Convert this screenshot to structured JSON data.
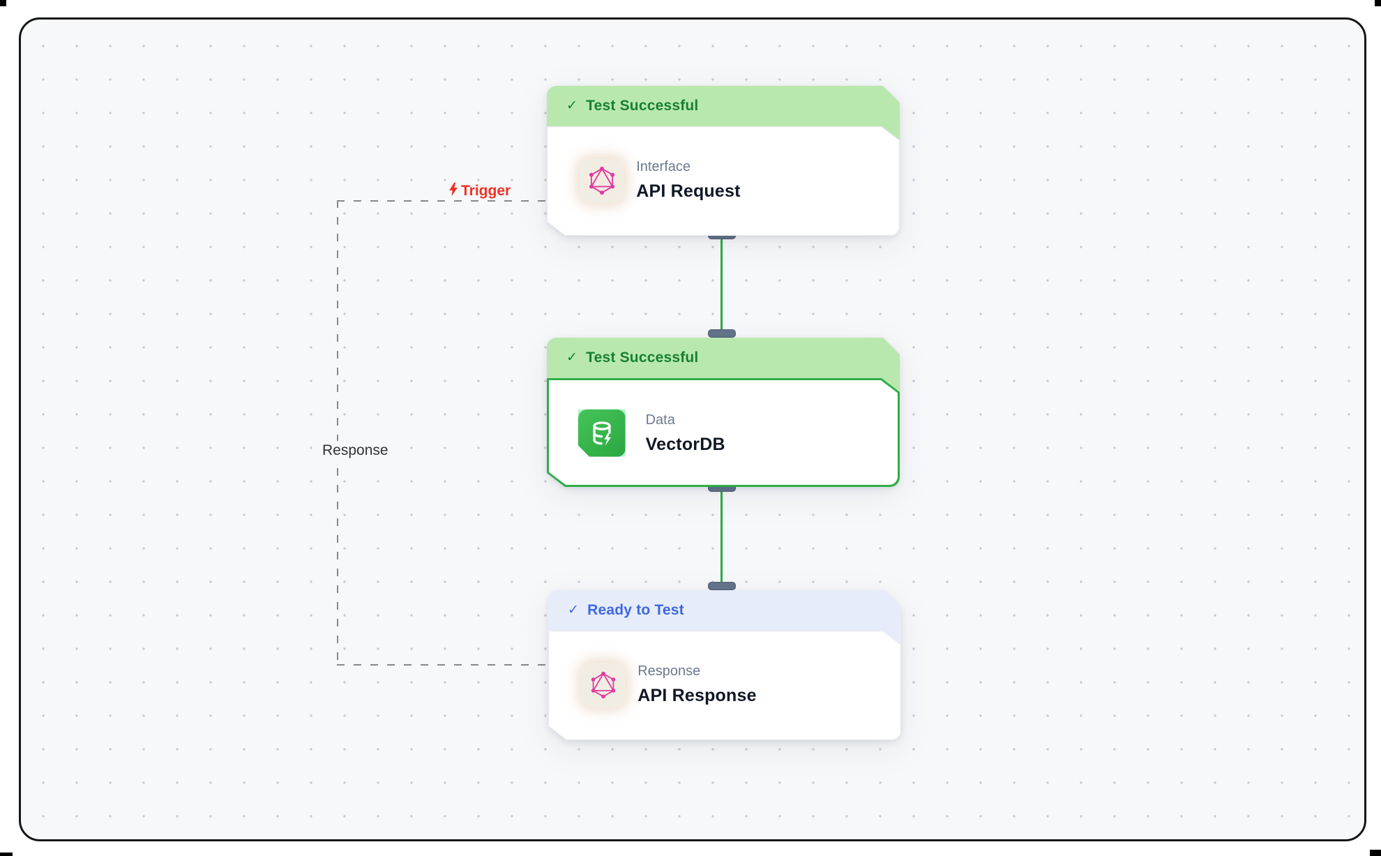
{
  "ui": {
    "check": "✓"
  },
  "edge_labels": {
    "trigger": "Trigger",
    "response": "Response"
  },
  "nodes": [
    {
      "status": "Test Successful",
      "status_type": "success",
      "category": "Interface",
      "title": "API Request",
      "icon": "graphql-icon",
      "selected": false
    },
    {
      "status": "Test Successful",
      "status_type": "success",
      "category": "Data",
      "title": "VectorDB",
      "icon": "database-icon",
      "selected": true
    },
    {
      "status": "Ready to Test",
      "status_type": "ready",
      "category": "Response",
      "title": "API Response",
      "icon": "graphql-icon",
      "selected": false
    }
  ],
  "colors": {
    "success_header": "#b9e8ae",
    "success_text": "#178031",
    "ready_header": "#e7ecfa",
    "ready_text": "#3e68e1",
    "selected_border": "#2eae46",
    "connector": "#2bab43",
    "handle": "#64748b",
    "graphql_pink": "#e23a9f",
    "db_green": "#35b14e",
    "trigger_red": "#ef3124",
    "canvas_bg": "#f7f8fa"
  }
}
